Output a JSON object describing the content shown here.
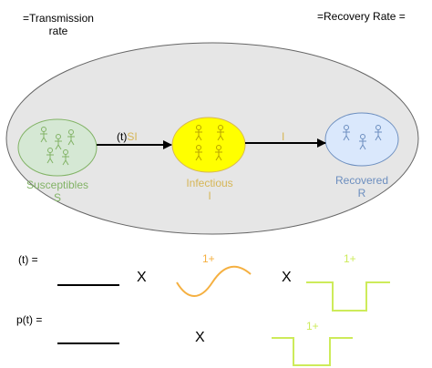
{
  "top": {
    "transmission_line1": "=Transmission",
    "transmission_line2": "rate",
    "recovery": "=Recovery Rate ="
  },
  "compartments": {
    "susceptible": {
      "name": "Susceptibles",
      "symbol": "S",
      "fill": "#d5e8d4",
      "stroke": "#82b366",
      "text": "#82b366"
    },
    "infectious": {
      "name": "Infectious",
      "symbol": "I",
      "fill": "#ffff00",
      "stroke": "#d6b656",
      "text": "#d6b656"
    },
    "recovered": {
      "name": "Recovered",
      "symbol": "R",
      "fill": "#dae8fc",
      "stroke": "#6c8ebf",
      "text": "#6c8ebf"
    }
  },
  "arrows": {
    "s_to_i_prefix": "(t)",
    "s_to_i_suffix": "SI",
    "i_to_r": "I"
  },
  "equations": {
    "row1_label": "(t) =",
    "row2_label": "p(t) =",
    "times": "X",
    "one_plus": "1+"
  },
  "colors": {
    "container_fill": "#e6e6e6",
    "container_stroke": "#666666",
    "wave_orange": "#f5b041",
    "wave_green": "#cdeb5a",
    "yellow_text": "#d6b656"
  }
}
